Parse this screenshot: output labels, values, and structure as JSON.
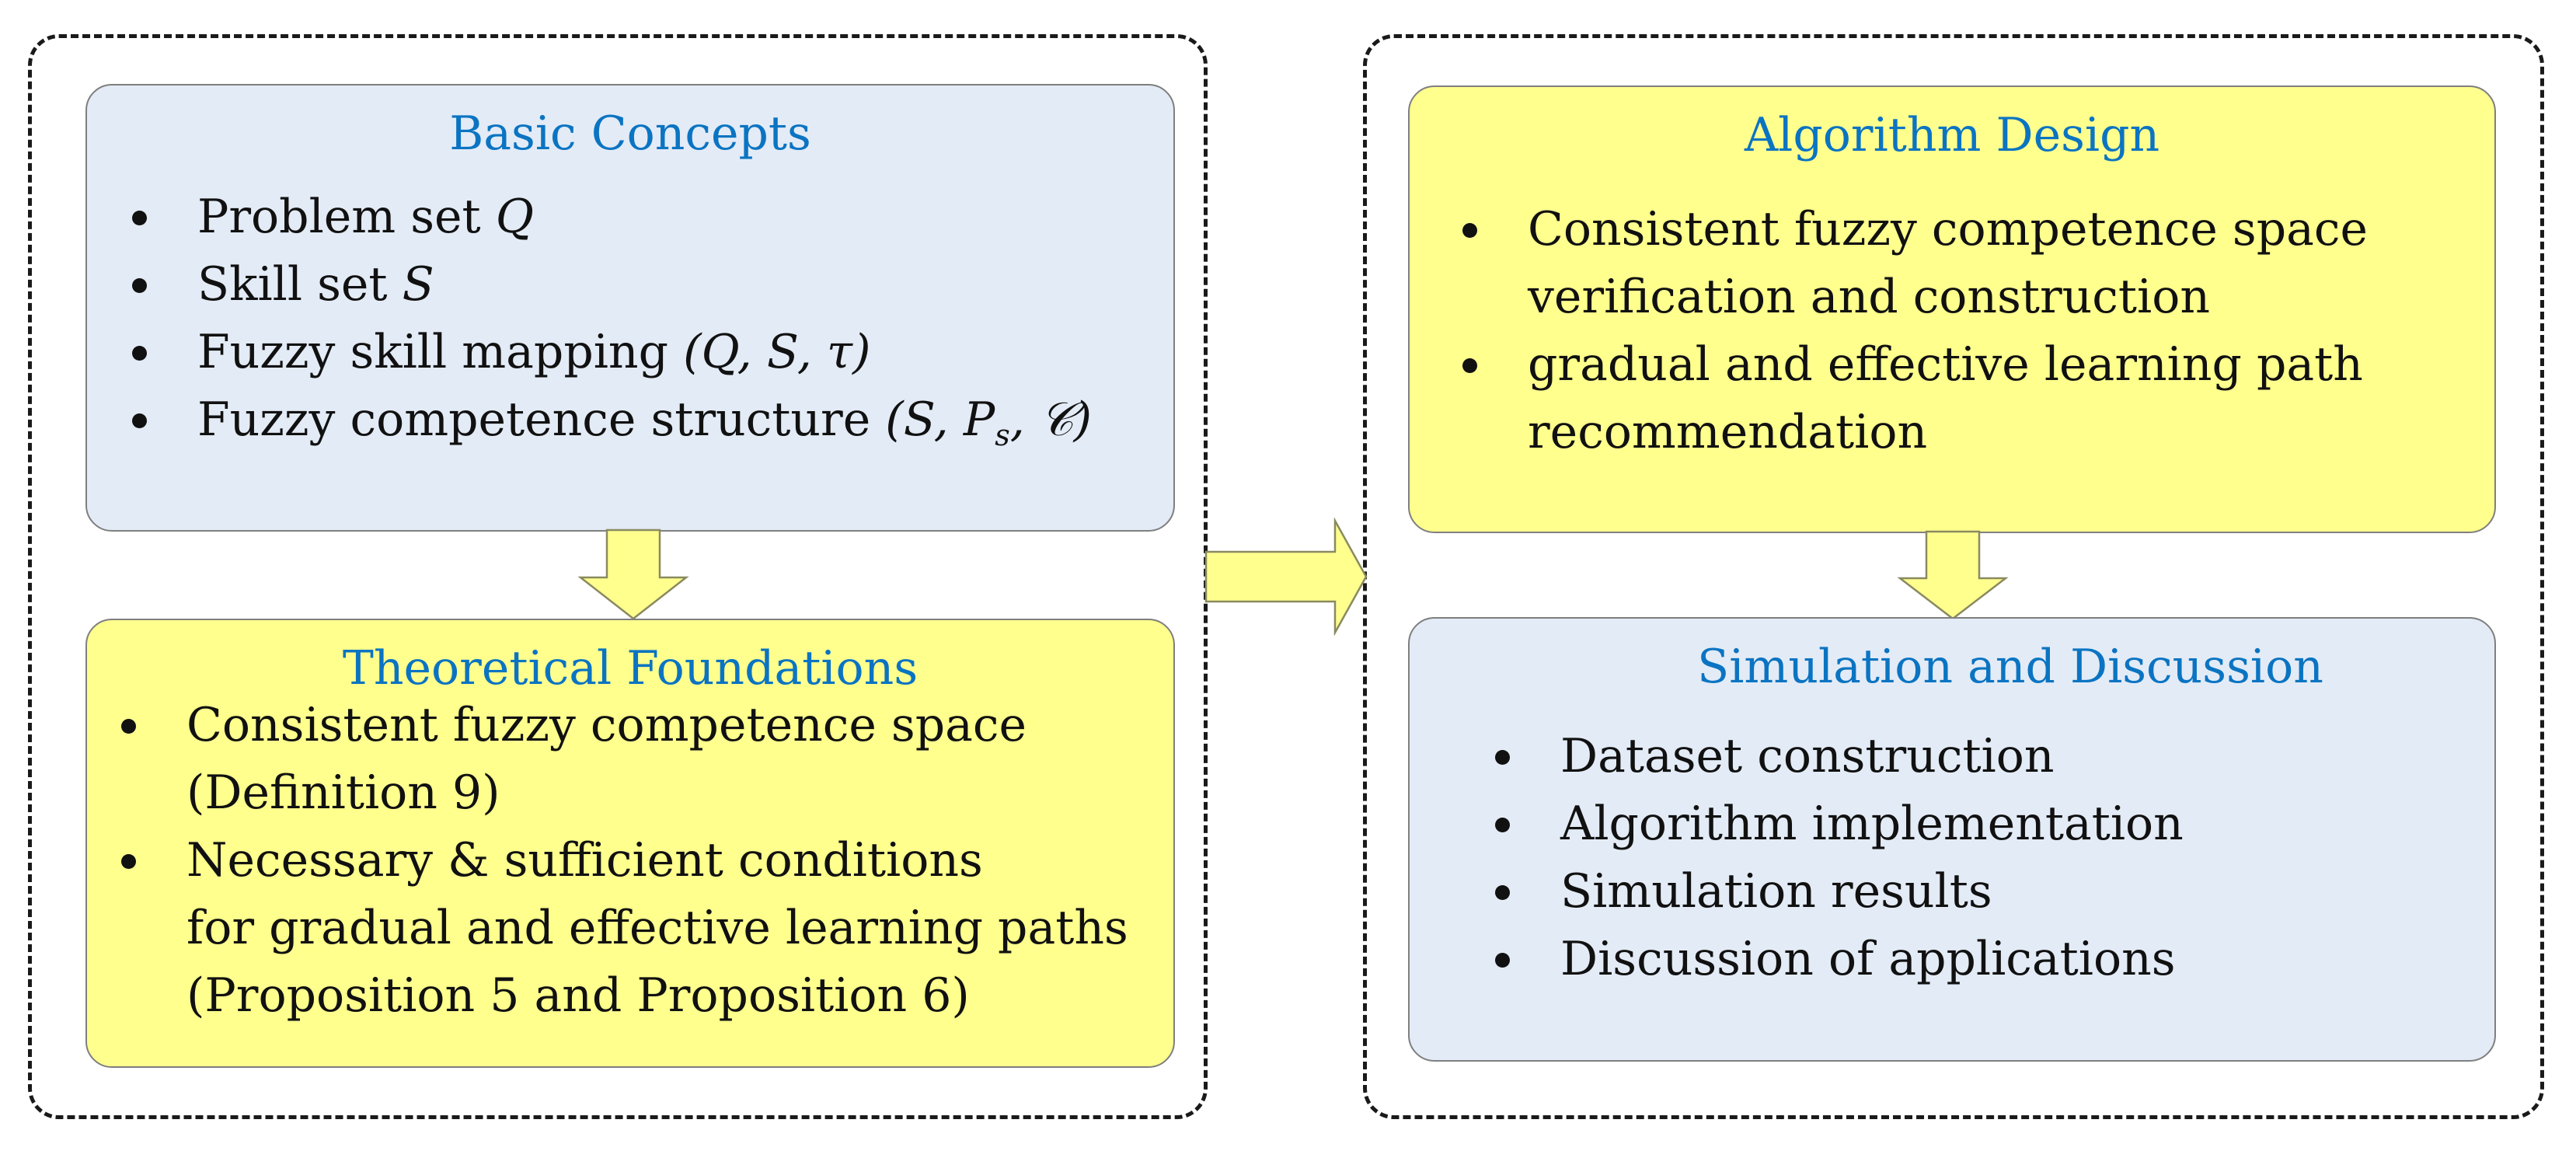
{
  "colors": {
    "title_blue": "#0b74c2",
    "panel_blue": "#e3ebf6",
    "panel_yellow": "#ffff8e",
    "arrow_fill": "#ffff8e",
    "arrow_stroke": "#8a8a60",
    "dashed_border": "#1a1a1a"
  },
  "basic_concepts": {
    "title": "Basic Concepts",
    "items": [
      {
        "label": "Problem set ",
        "math": "Q"
      },
      {
        "label": "Skill set ",
        "math": "S"
      },
      {
        "label": "Fuzzy skill mapping ",
        "math": "(Q, S, τ)"
      },
      {
        "label": "Fuzzy competence structure ",
        "math_pre": "(S, P",
        "math_sub": "s",
        "math_post": ", 𝒞)"
      }
    ]
  },
  "theoretical_foundations": {
    "title": "Theoretical Foundations",
    "items": [
      [
        "Consistent fuzzy competence space",
        "(Definition 9)"
      ],
      [
        "Necessary & sufficient  conditions",
        "for gradual and effective learning paths",
        "(Proposition 5 and Proposition 6)"
      ]
    ]
  },
  "algorithm_design": {
    "title": "Algorithm Design",
    "items": [
      [
        "Consistent fuzzy competence space",
        "verification and construction"
      ],
      [
        "gradual and effective learning path",
        "recommendation"
      ]
    ]
  },
  "simulation_discussion": {
    "title": "Simulation and Discussion",
    "items": [
      "Dataset construction",
      "Algorithm implementation",
      "Simulation results",
      "Discussion of applications"
    ]
  },
  "arrows": [
    "down-arrow-left",
    "right-arrow-middle",
    "down-arrow-right"
  ]
}
